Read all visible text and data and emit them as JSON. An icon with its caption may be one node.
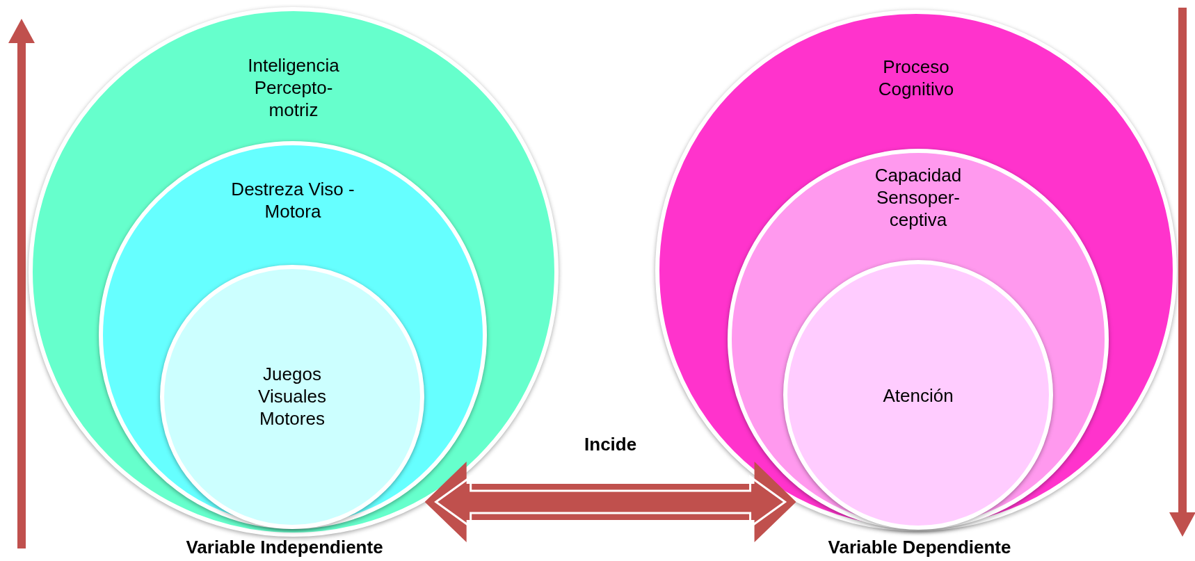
{
  "diagram": {
    "nodes": [
      {
        "text": [
          "Inteligencia Percepto- motriz"
        ]
      },
      {
        "text": [
          "Destreza Viso - Motora"
        ],
        "in": 0
      },
      {
        "text": [
          "Juegos Visuales Motores"
        ],
        "in": 1
      },
      {
        "text": [
          "Proceso Cognitivo"
        ]
      },
      {
        "text": [
          "Capacidad Sensoper- ceptiva"
        ],
        "in": 3
      },
      {
        "text": [
          "Atención"
        ],
        "in": 4
      }
    ],
    "edges": [
      {
        "from": 0,
        "to": 3,
        "arrow": "both",
        "label": "Incide"
      }
    ],
    "labels": [
      "Variable Independiente",
      "Variable Dependiente"
    ]
  }
}
